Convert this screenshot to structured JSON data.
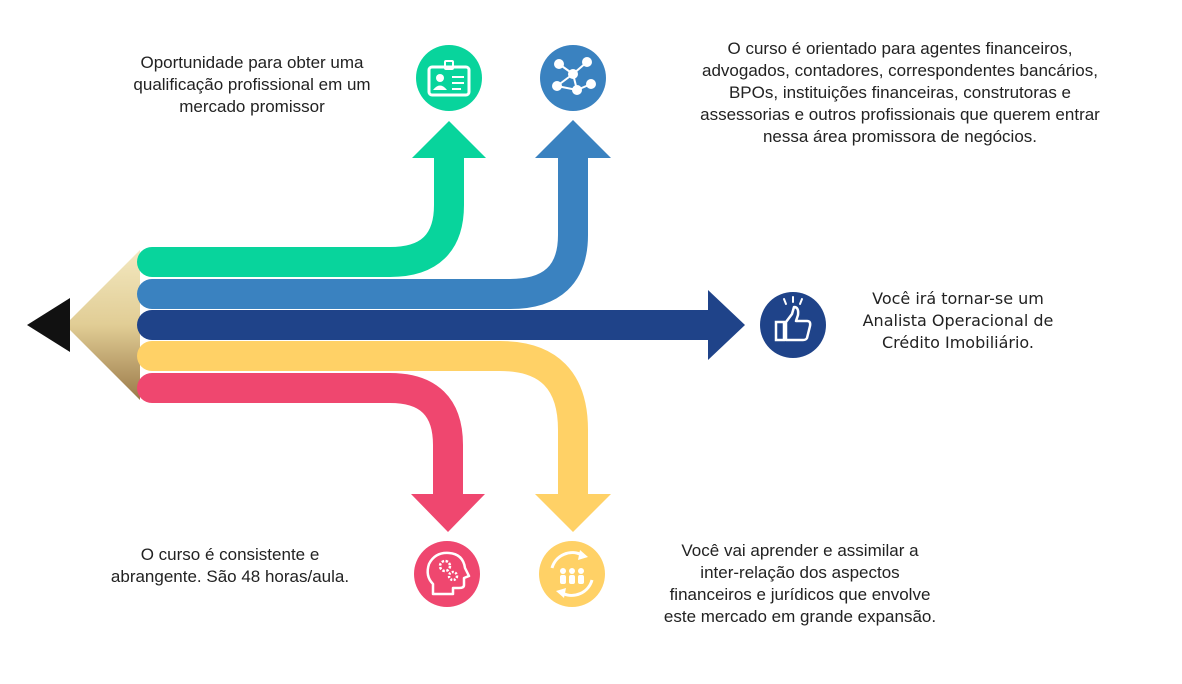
{
  "texts": {
    "qualificacao": "Oportunidade para obter uma\nqualificação profissional em um\nmercado promissor",
    "agentes": "O curso é orientado para agentes financeiros,\nadvogados, contadores, correspondentes bancários,\nBPOs, instituições financeiras, construtoras e\nassessorias e outros profissionais que querem entrar\nnessa área promissora de negócios.",
    "analista": "Você irá tornar-se um\nAnalista Operacional de\nCrédito Imobiliário.",
    "consistente": "O curso é consistente e\nabrangente. São 48 horas/aula.",
    "aprender": "Você vai aprender e assimilar a\ninter-relação dos aspectos\nfinanceiros e jurídicos que envolve\neste mercado em grande expansão."
  },
  "icons": {
    "id_card": "id-card-icon",
    "network": "network-people-icon",
    "thumb": "thumbs-up-icon",
    "brain": "head-gears-icon",
    "cycle": "team-cycle-icon"
  },
  "colors": {
    "green": "#08d49c",
    "lightblue": "#3a82c0",
    "darkblue": "#1f4389",
    "yellow": "#ffd166",
    "pink": "#ef476f",
    "pencil_wood": "#e8d9a6",
    "pencil_tip": "#111111"
  }
}
